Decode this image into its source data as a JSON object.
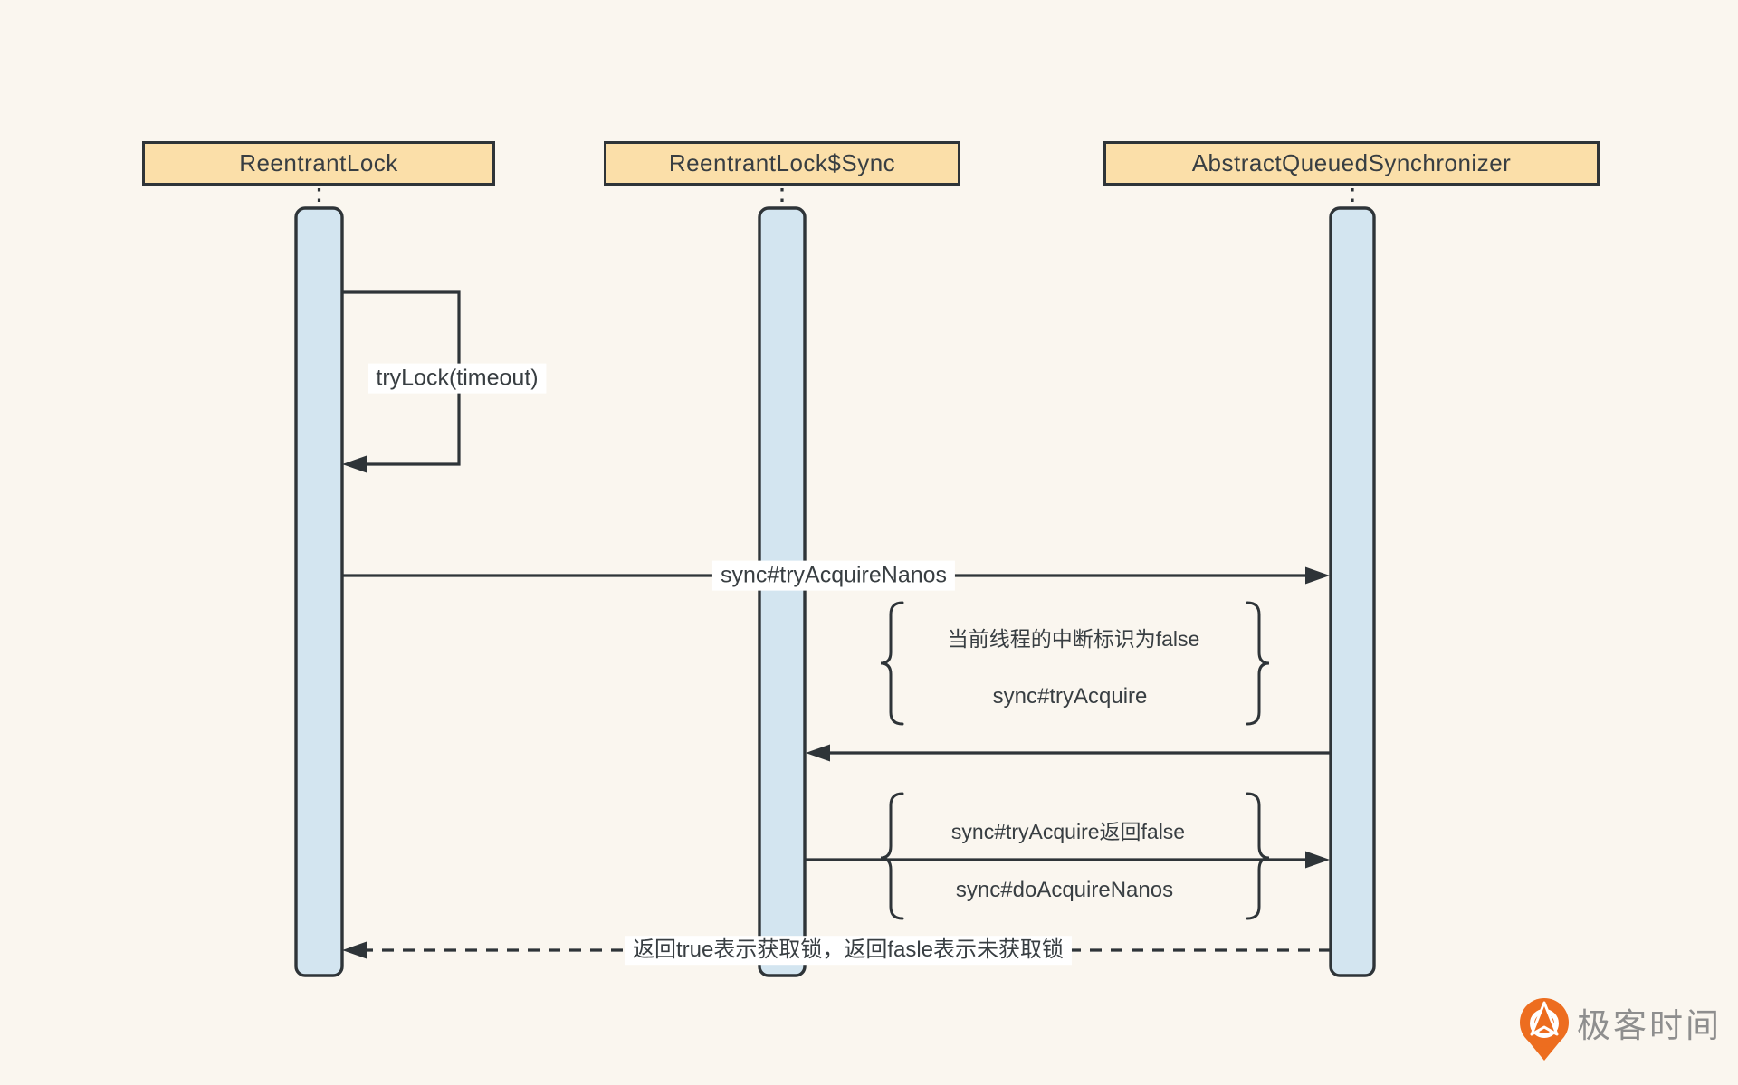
{
  "theme": {
    "bg": "#FAF6EF",
    "boxFill": "#FBDFA9",
    "stroke": "#2E3438",
    "barFill": "#D3E5F0",
    "text": "#383E42",
    "labelBg": "#FFFFFF",
    "logoOrange": "#ED6D1F",
    "logoGray": "#8E8E8E"
  },
  "diagram": {
    "type": "sequence-diagram",
    "participants": [
      {
        "label": "ReentrantLock"
      },
      {
        "label": "ReentrantLock$Sync"
      },
      {
        "label": "AbstractQueuedSynchronizer"
      }
    ],
    "messages": {
      "self_call": {
        "label": "tryLock(timeout)",
        "from": "ReentrantLock",
        "to": "ReentrantLock",
        "style": "solid"
      },
      "try_acquire_nanos": {
        "label": "sync#tryAcquireNanos",
        "from": "ReentrantLock",
        "to": "AbstractQueuedSynchronizer",
        "style": "solid"
      },
      "return_to_sync": {
        "label": "",
        "from": "AbstractQueuedSynchronizer",
        "to": "ReentrantLock$Sync",
        "style": "solid"
      },
      "do_acquire": {
        "label": "",
        "from": "ReentrantLock$Sync",
        "to": "AbstractQueuedSynchronizer",
        "style": "solid"
      },
      "final_return": {
        "label": "返回true表示获取锁，返回fasle表示未获取锁",
        "from": "AbstractQueuedSynchronizer",
        "to": "ReentrantLock",
        "style": "dashed"
      }
    },
    "notes": [
      {
        "line1": "当前线程的中断标识为false",
        "line2": "sync#tryAcquire"
      },
      {
        "line1": "sync#tryAcquire返回false",
        "line2": "sync#doAcquireNanos"
      }
    ],
    "logo": {
      "text": "极客时间"
    }
  }
}
